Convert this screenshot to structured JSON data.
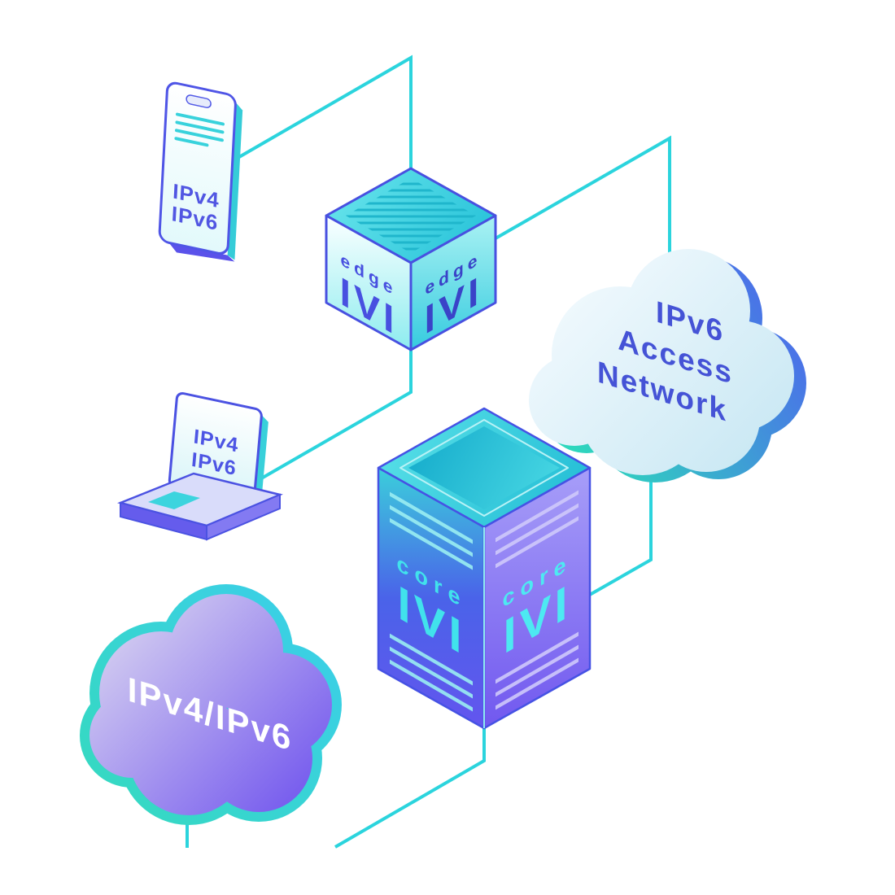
{
  "diagram": {
    "background_color": "#ffffff",
    "connection_line_color": "#2bd4dd",
    "palette": {
      "indigo_text": "#4850e0",
      "cyan_text": "#3fe0ea",
      "white_text": "#ffffff",
      "teal_accent": "#38d2dc",
      "purple_accent": "#7155ee"
    },
    "nodes": {
      "phone": {
        "type": "smartphone",
        "label_line1": "IPv4",
        "label_line2": "IPv6"
      },
      "edge_router": {
        "type": "isometric-cube-server",
        "name_left": "edge",
        "logo_left": "IVI",
        "name_right": "edge",
        "logo_right": "IVI"
      },
      "access_cloud": {
        "type": "cloud",
        "line1": "IPv6",
        "line2": "Access",
        "line3": "Network"
      },
      "laptop": {
        "type": "laptop",
        "label_line1": "IPv4",
        "label_line2": "IPv6"
      },
      "core_router": {
        "type": "isometric-tower-server",
        "name_left": "core",
        "logo_left": "IVI",
        "name_right": "core",
        "logo_right": "IVI"
      },
      "internet_cloud": {
        "type": "cloud",
        "label": "IPv4/IPv6"
      }
    },
    "connections": [
      {
        "from": "phone",
        "to": "edge_router"
      },
      {
        "from": "edge_router",
        "to": "access_cloud"
      },
      {
        "from": "edge_router",
        "to": "laptop"
      },
      {
        "from": "access_cloud",
        "to": "core_router"
      },
      {
        "from": "core_router",
        "to": "internet_cloud"
      },
      {
        "from": "internet_cloud",
        "to": "downstream"
      }
    ]
  }
}
